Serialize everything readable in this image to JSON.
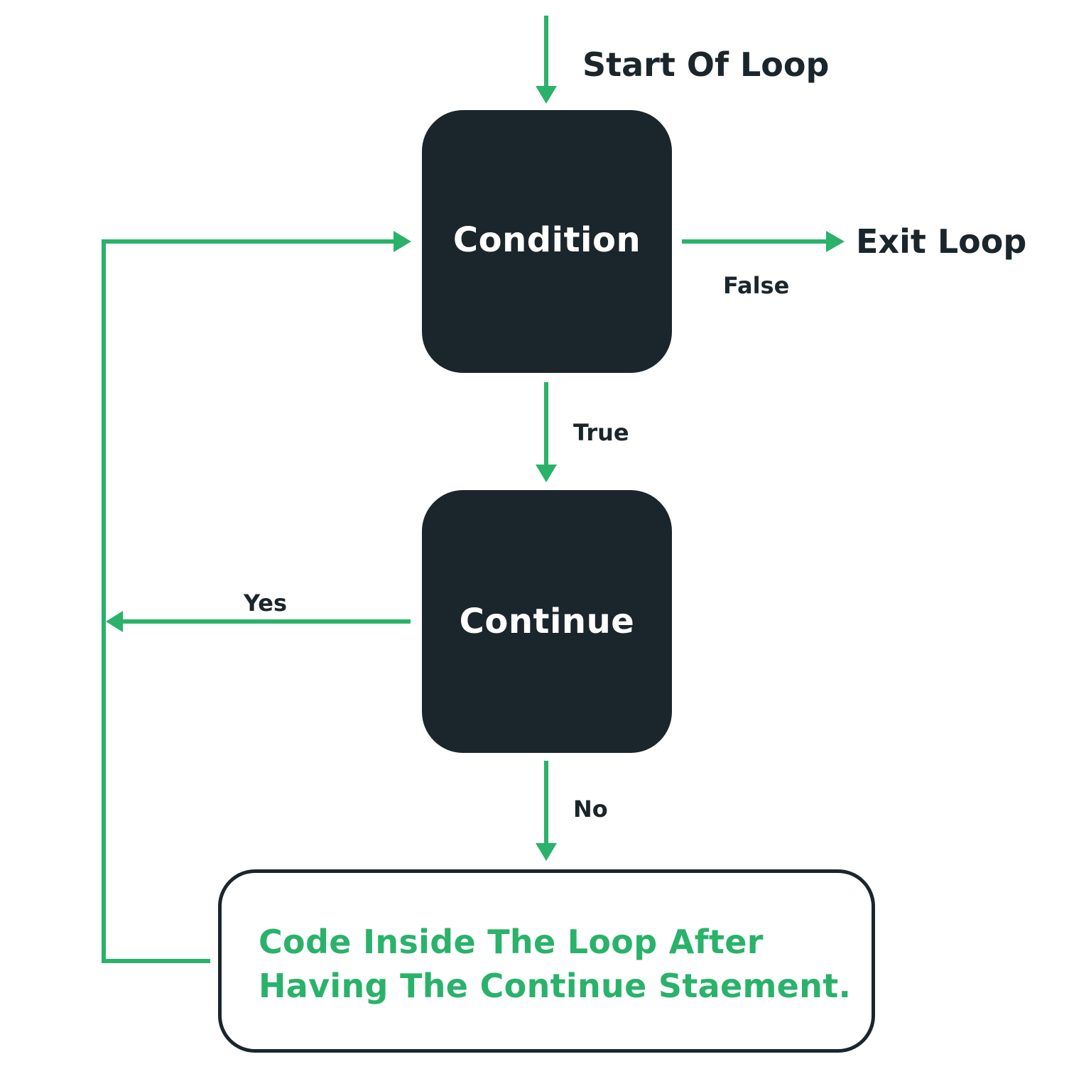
{
  "colors": {
    "accent": "#2ab26b",
    "node_fill": "#1b252c",
    "label_text": "#1b252c",
    "node_text": "#ffffff",
    "background": "#ffffff"
  },
  "nodes": {
    "condition": "Condition",
    "continue": "Continue",
    "code_block": {
      "line1": "Code Inside The Loop After",
      "line2": "Having The Continue Staement."
    }
  },
  "labels": {
    "start": "Start Of Loop",
    "exit": "Exit Loop",
    "false": "False",
    "true": "True",
    "yes": "Yes",
    "no": "No"
  },
  "edges": [
    {
      "from": "start",
      "to": "condition"
    },
    {
      "from": "condition",
      "to": "exit",
      "label": "False"
    },
    {
      "from": "condition",
      "to": "continue",
      "label": "True"
    },
    {
      "from": "continue",
      "to": "code_block",
      "label": "No"
    },
    {
      "from": "continue",
      "to": "loop-back",
      "label": "Yes"
    },
    {
      "from": "code_block",
      "to": "condition"
    }
  ]
}
